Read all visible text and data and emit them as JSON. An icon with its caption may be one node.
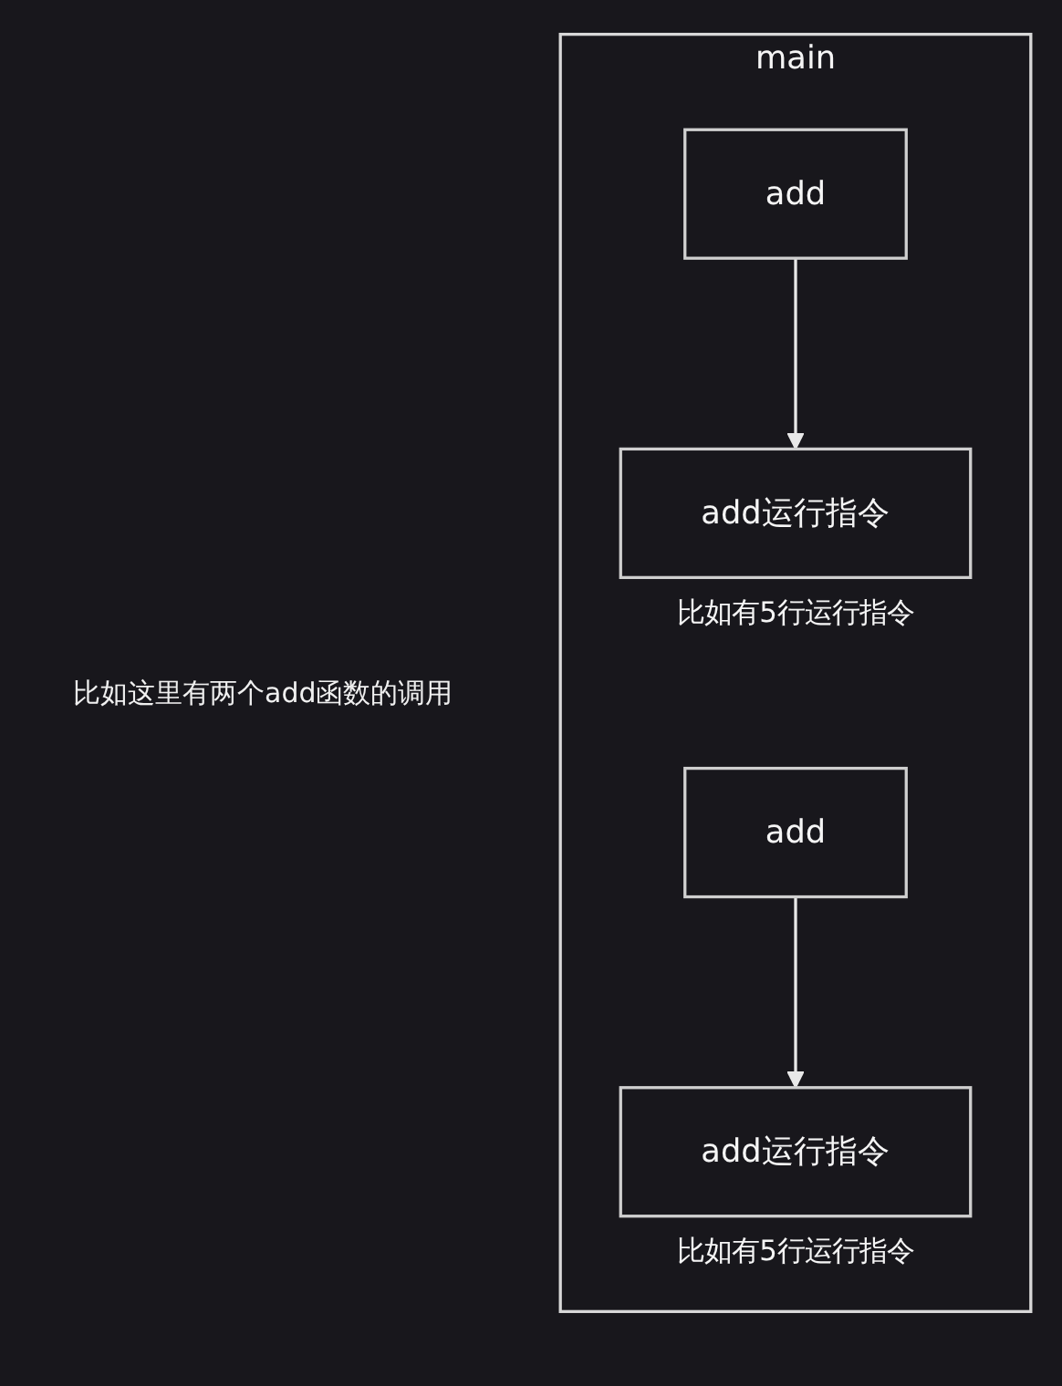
{
  "diagram": {
    "nodes": [
      {
        "text": [
          "main"
        ]
      },
      {
        "text": [
          "add"
        ],
        "in": 0
      },
      {
        "text": [
          "add运行指令"
        ],
        "in": 0,
        "beside": [
          "比如有5行运行指令"
        ]
      },
      {
        "text": [
          "add"
        ],
        "in": 0
      },
      {
        "text": [
          "add运行指令"
        ],
        "in": 0,
        "beside": [
          "比如有5行运行指令"
        ]
      }
    ],
    "edges": [
      {
        "from": 1,
        "to": 2,
        "arrow": "to"
      },
      {
        "from": 3,
        "to": 4,
        "arrow": "to"
      }
    ],
    "labels": [
      "比如这里有两个add函数的调用"
    ]
  }
}
